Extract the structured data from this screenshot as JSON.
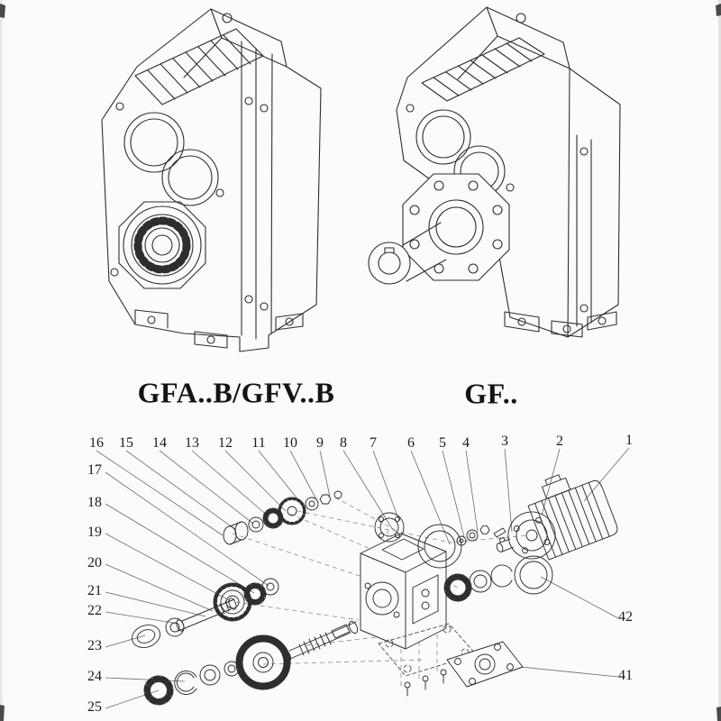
{
  "colors": {
    "ink": "#2e2e2e",
    "paper": "#fbfbf9"
  },
  "models": [
    {
      "label": "GFA..B/GFV..B"
    },
    {
      "label": "GF.."
    }
  ],
  "exploded": {
    "callouts_top": [
      "16",
      "15",
      "14",
      "13",
      "12",
      "11",
      "10",
      "9",
      "8",
      "7",
      "6",
      "5",
      "4",
      "3",
      "2",
      "1"
    ],
    "callouts_left": [
      "17",
      "18",
      "19",
      "20",
      "21",
      "22",
      "23",
      "24",
      "25"
    ],
    "callouts_right": [
      "42",
      "41"
    ]
  }
}
